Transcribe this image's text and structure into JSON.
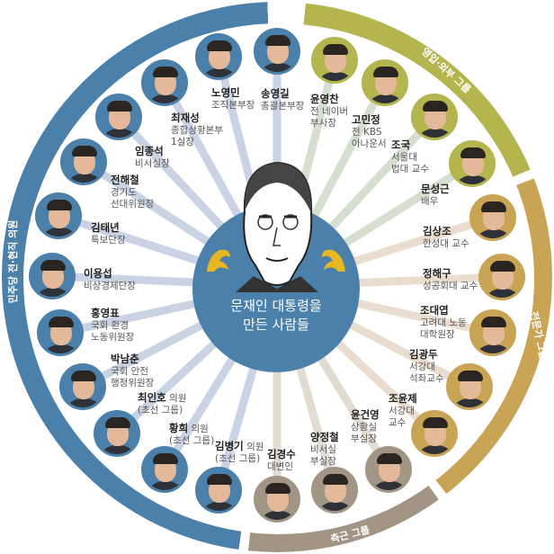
{
  "title_line1": "문재인 대통령을",
  "title_line2": "만든 사람들",
  "groups": {
    "party": {
      "label": "민주당 전·현직 의원",
      "color": "#4a80aa",
      "ray": "#c9d3e3"
    },
    "outside": {
      "label": "영입·외부 그룹",
      "color": "#b4b54e",
      "ray": "#d6dfcf"
    },
    "expert": {
      "label": "전문가 그룹",
      "color": "#c9a455",
      "ray": "#eaddcf"
    },
    "aide": {
      "label": "측근 그룹",
      "color": "#a39585",
      "ray": "#e2dbd2"
    }
  },
  "people": [
    {
      "name": "송영길",
      "suffix": "",
      "title": [
        "총괄본부장"
      ],
      "group": "party"
    },
    {
      "name": "노영민",
      "suffix": "",
      "title": [
        "조직본부장"
      ],
      "group": "party"
    },
    {
      "name": "최재성",
      "suffix": "",
      "title": [
        "종합상황본부",
        "1실장"
      ],
      "group": "party"
    },
    {
      "name": "임종석",
      "suffix": "",
      "title": [
        "비서실장"
      ],
      "group": "party"
    },
    {
      "name": "전해철",
      "suffix": "",
      "title": [
        "경기도",
        "선대위원장"
      ],
      "group": "party"
    },
    {
      "name": "김태년",
      "suffix": "",
      "title": [
        "특보단장"
      ],
      "group": "party"
    },
    {
      "name": "이용섭",
      "suffix": "",
      "title": [
        "비상경제단장"
      ],
      "group": "party"
    },
    {
      "name": "홍영표",
      "suffix": "",
      "title": [
        "국회 환경",
        "노동위원장"
      ],
      "group": "party"
    },
    {
      "name": "박남춘",
      "suffix": "",
      "title": [
        "국회 안전",
        "행정위원장"
      ],
      "group": "party"
    },
    {
      "name": "최인호",
      "suffix": " 의원",
      "title": [
        "(초선 그룹)"
      ],
      "group": "party"
    },
    {
      "name": "황희",
      "suffix": " 의원",
      "title": [
        "(초선 그룹)"
      ],
      "group": "party"
    },
    {
      "name": "김병기",
      "suffix": " 의원",
      "title": [
        "(초선 그룹)"
      ],
      "group": "party"
    },
    {
      "name": "김경수",
      "suffix": "",
      "title": [
        "대변인"
      ],
      "group": "aide"
    },
    {
      "name": "양정철",
      "suffix": "",
      "title": [
        "비서실",
        "부실장"
      ],
      "group": "aide"
    },
    {
      "name": "윤건영",
      "suffix": "",
      "title": [
        "상황실",
        "부실장"
      ],
      "group": "aide"
    },
    {
      "name": "조윤제",
      "suffix": "",
      "title": [
        "서강대",
        "교수"
      ],
      "group": "expert"
    },
    {
      "name": "김광두",
      "suffix": "",
      "title": [
        "서강대",
        "석좌교수"
      ],
      "group": "expert"
    },
    {
      "name": "조대엽",
      "suffix": "",
      "title": [
        "고려대 노동",
        "대학원장"
      ],
      "group": "expert"
    },
    {
      "name": "정해구",
      "suffix": "",
      "title": [
        "성공회대 교수"
      ],
      "group": "expert"
    },
    {
      "name": "김상조",
      "suffix": "",
      "title": [
        "한성대 교수"
      ],
      "group": "expert"
    },
    {
      "name": "문성근",
      "suffix": "",
      "title": [
        "배우"
      ],
      "group": "outside"
    },
    {
      "name": "조국",
      "suffix": "",
      "title": [
        "서울대",
        "법대 교수"
      ],
      "group": "outside"
    },
    {
      "name": "고민정",
      "suffix": "",
      "title": [
        "전 KBS",
        "아나운서"
      ],
      "group": "outside"
    },
    {
      "name": "윤영찬",
      "suffix": "",
      "title": [
        "전 네이버",
        "부사장"
      ],
      "group": "outside"
    }
  ]
}
